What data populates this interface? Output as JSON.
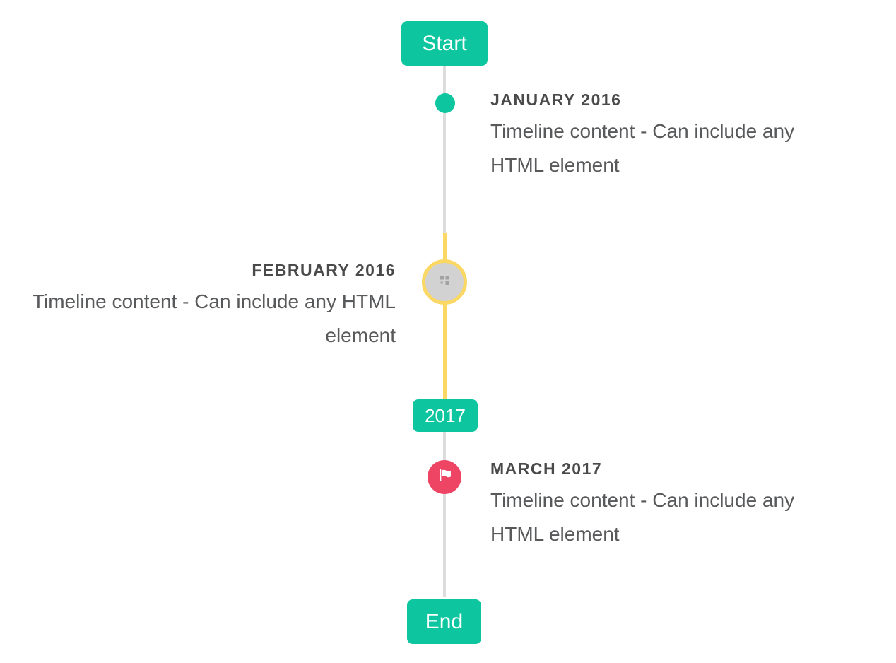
{
  "colors": {
    "accent_teal": "#0dc6a0",
    "highlight_yellow": "#fbd763",
    "flag_red": "#ef4565",
    "line_gray": "#dcdcdc",
    "marker_fill_gray": "#d2d2d2",
    "date_text": "#4a4a4a",
    "content_text": "#58595b"
  },
  "timeline": {
    "start_label": "Start",
    "year_badge": "2017",
    "end_label": "End",
    "entries": [
      {
        "date": "JANUARY 2016",
        "content": "Timeline content - Can include any HTML element",
        "side": "right",
        "marker": "dot"
      },
      {
        "date": "FEBRUARY 2016",
        "content": "Timeline content - Can include any HTML element",
        "side": "left",
        "marker": "image-circle"
      },
      {
        "date": "MARCH 2017",
        "content": "Timeline content - Can include any HTML element",
        "side": "right",
        "marker": "flag"
      }
    ]
  }
}
